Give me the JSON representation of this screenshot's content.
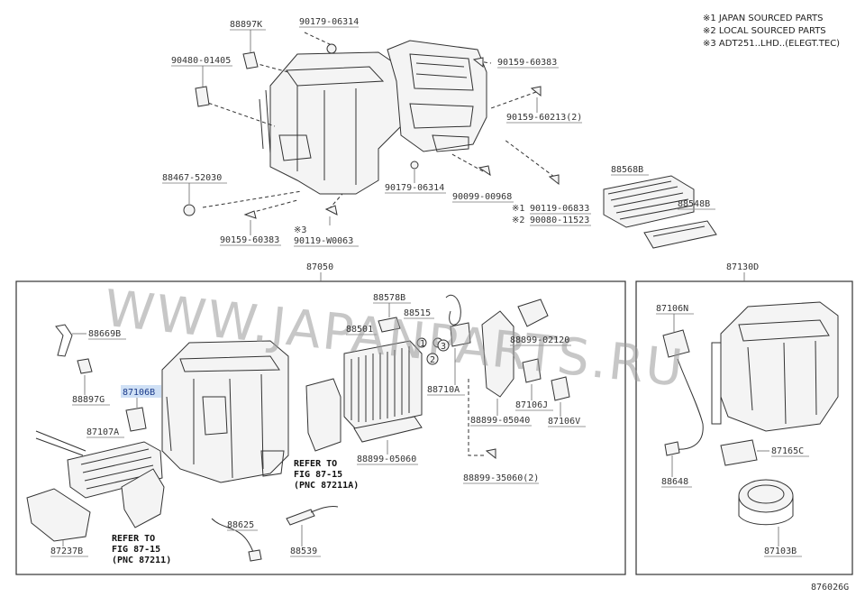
{
  "notes": [
    "※1 JAPAN SOURCED PARTS",
    "※2 LOCAL SOURCED PARTS",
    "※3 ADT251..LHD..(ELEGT.TEC)"
  ],
  "watermark": "WWW.JAPANPARTS.RU",
  "diagram_code": "876026G",
  "callouts": {
    "c1": "1",
    "c2": "2",
    "c3": "3",
    "m1": "※1",
    "m2": "※2",
    "m3": "※3"
  },
  "parts": {
    "p88897K": "88897K",
    "p90179a": "90179-06314",
    "p90480": "90480-01405",
    "p90159a": "90159-60383",
    "p90159_60213": "90159-60213(2)",
    "p88467": "88467-52030",
    "p90179b": "90179-06314",
    "p90099": "90099-00968",
    "p88568B": "88568B",
    "p90119_06833": "90119-06833",
    "p90080": "90080-11523",
    "p88548B": "88548B",
    "p90159b": "90159-60383",
    "p90119W": "90119-W0063",
    "p87050": "87050",
    "p87130D": "87130D",
    "p88669B": "88669B",
    "p88897G": "88897G",
    "p87106B": "87106B",
    "p87107A": "87107A",
    "p87237B": "87237B",
    "p88578B": "88578B",
    "p88515": "88515",
    "p88501": "88501",
    "p88710A": "88710A",
    "p88899_02120": "88899-02120",
    "p87106J": "87106J",
    "p87106V": "87106V",
    "p88899_05040": "88899-05040",
    "p88899_05060": "88899-05060",
    "p88899_35060": "88899-35060(2)",
    "p88625": "88625",
    "p88539": "88539",
    "p87106N": "87106N",
    "p87165C": "87165C",
    "p88648": "88648",
    "p87103B": "87103B"
  },
  "refs": {
    "r1a": "REFER TO",
    "r1b": "FIG 87-15",
    "r1c": "(PNC 87211A)",
    "r2a": "REFER TO",
    "r2b": "FIG 87-15",
    "r2c": "(PNC 87211)"
  },
  "highlight_color": "#cfe0f5"
}
